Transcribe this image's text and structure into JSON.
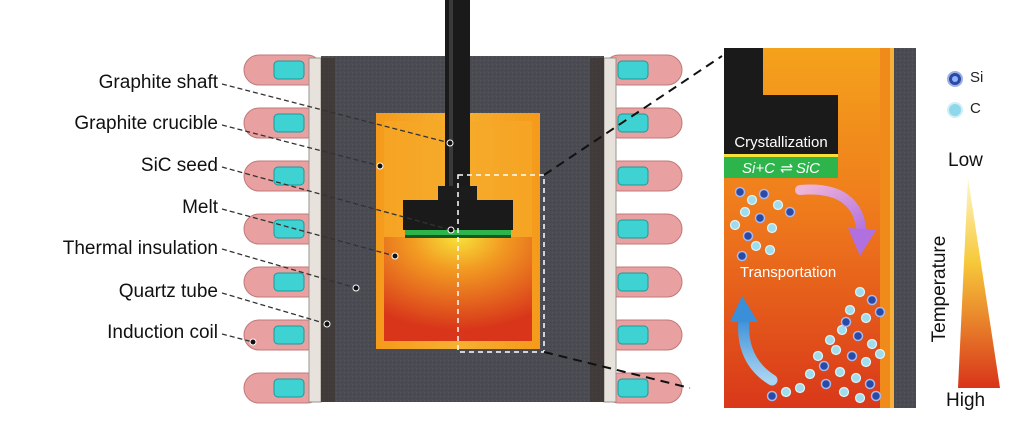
{
  "labels": {
    "graphite_shaft": "Graphite shaft",
    "graphite_crucible": "Graphite crucible",
    "sic_seed": "SiC seed",
    "melt": "Melt",
    "thermal_insulation": "Thermal insulation",
    "quartz_tube": "Quartz tube",
    "induction_coil": "Induction coil"
  },
  "inset": {
    "crystallization": "Crystallization",
    "reaction": "Si+C ⇌ SiC",
    "transportation": "Transportation"
  },
  "legend": {
    "si": "Si",
    "c": "C"
  },
  "temperature_bar": {
    "title": "Temperature",
    "low": "Low",
    "high": "High"
  },
  "colors": {
    "insulation": "#4a4a50",
    "crucible_orange": "#f08c14",
    "melt_yellow": "#f5d21e",
    "melt_red": "#dc3c14",
    "coil_pink": "#e8a0a0",
    "coil_cyan": "#3ed2d2",
    "seed_green": "#2db44b",
    "shaft_black": "#1a1a1a"
  }
}
